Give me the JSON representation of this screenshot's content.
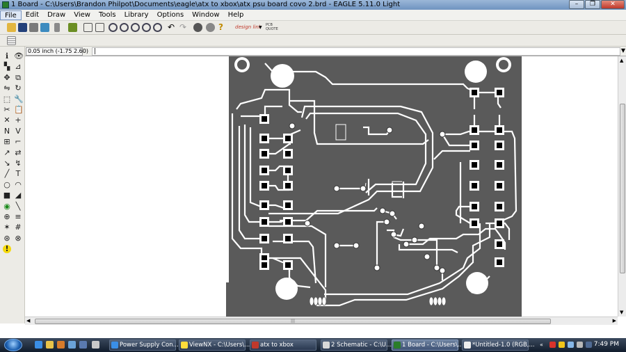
{
  "window": {
    "title": "1 Board - C:\\Users\\Brandon Philpot\\Documents\\eagle\\atx to xbox\\atx psu board covo 2.brd - EAGLE 5.11.0 Light",
    "minimize_icon": "minimize-icon",
    "maximize_icon": "restore-icon",
    "close_icon": "close-icon"
  },
  "menu": {
    "items": [
      "File",
      "Edit",
      "Draw",
      "View",
      "Tools",
      "Library",
      "Options",
      "Window",
      "Help"
    ],
    "active": "File"
  },
  "toolbar": {
    "icons": [
      "open-icon",
      "save-icon",
      "print-icon",
      "cam-icon",
      "script-icon",
      "run-ulp-icon",
      "zoom-fit-icon",
      "zoom-in-icon",
      "zoom-out-icon",
      "zoom-redraw-icon",
      "zoom-select-icon",
      "undo-icon",
      "redo-icon",
      "stop-icon",
      "go-icon",
      "help-icon",
      "design-link-icon",
      "pcb-quote-icon"
    ],
    "design_link_label": "design link",
    "pcb_quote_label": "PCB QUOTE"
  },
  "command_bar": {
    "coordinate": "0.05 inch (-1.75 2.60)",
    "command_value": "",
    "cursor": "|"
  },
  "left_tools": {
    "icons": [
      "info-icon",
      "show-icon",
      "display-icon",
      "mark-icon",
      "move-icon",
      "copy-icon",
      "mirror-icon",
      "rotate-icon",
      "group-icon",
      "change-icon",
      "cut-icon",
      "paste-icon",
      "delete-icon",
      "add-icon",
      "name-icon",
      "value-icon",
      "smash-icon",
      "miter-icon",
      "split-icon",
      "optimize-icon",
      "route-icon",
      "ripup-icon",
      "wire-icon",
      "text-icon",
      "circle-icon",
      "arc-icon",
      "rect-icon",
      "polygon-icon",
      "via-icon",
      "signal-icon",
      "hole-icon",
      "attribute-icon",
      "ratsnest-icon",
      "auto-icon",
      "drc-icon",
      "errors-icon",
      "erc-warning-icon"
    ]
  },
  "board": {
    "background_color": "#5a5a5a",
    "copper_color": "#ffffff",
    "hole_color": "#ffffff",
    "pad_color": "#000000"
  },
  "scrollbar": {
    "grip": "|||"
  },
  "taskbar": {
    "quick_launch_icons": [
      "ie-icon",
      "folder-icon",
      "media-icon",
      "desktop-icon",
      "show-desktop-icon"
    ],
    "tasks": [
      {
        "label": "Power Supply Con...",
        "icon": "ie-icon",
        "active": false
      },
      {
        "label": "ViewNX - C:\\Users\\...",
        "icon": "viewnx-icon",
        "active": false
      },
      {
        "label": "atx to xbox",
        "icon": "folder-icon",
        "active": false
      },
      {
        "label": "2 Schematic - C:\\U...",
        "icon": "eagle-icon",
        "active": false
      },
      {
        "label": "1 Board - C:\\Users\\...",
        "icon": "eagle-icon",
        "active": true
      },
      {
        "label": "*Untitled-1.0 (RGB,...",
        "icon": "photoshop-icon",
        "active": false
      }
    ],
    "tray_icons": [
      "arrows-icon",
      "shield-icon",
      "network-icon",
      "volume-icon",
      "tray-app-icon"
    ],
    "clock": "7:49 PM"
  }
}
